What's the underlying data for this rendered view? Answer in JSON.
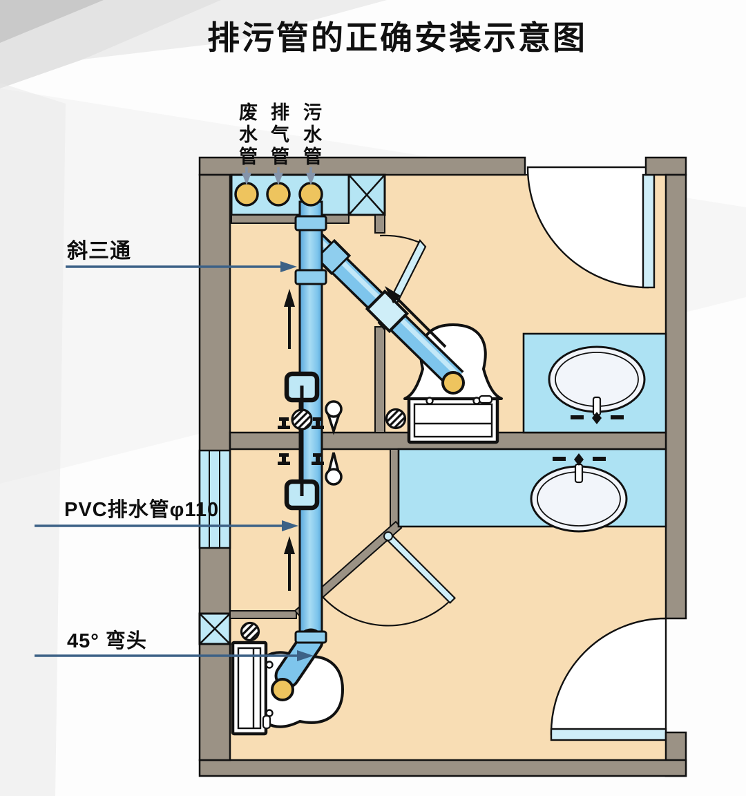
{
  "title": "排污管的正确安装示意图",
  "riser_labels": {
    "waste_pipe": "废水管",
    "vent_pipe": "排气管",
    "soil_pipe": "污水管"
  },
  "annotations": {
    "oblique_tee": "斜三通",
    "pvc_drain_pipe": "PVC排水管φ110",
    "elbow_45": "45° 弯头"
  },
  "colors": {
    "wall_gray": "#9b9285",
    "floor_beige": "#f8ddb4",
    "fixture_blue": "#ade2f3",
    "chase_blue": "#b5e5f4",
    "door_leaf_blue": "#cfeef8",
    "pipe_blue": "#7ec5ec",
    "pipe_highlight": "#b9e4f6",
    "socket_blue": "#8fceee",
    "outlet_yellow": "#eec45e",
    "leader_line": "#3c6186",
    "riser_arrow": "#8494aa",
    "outline_black": "#111111"
  }
}
